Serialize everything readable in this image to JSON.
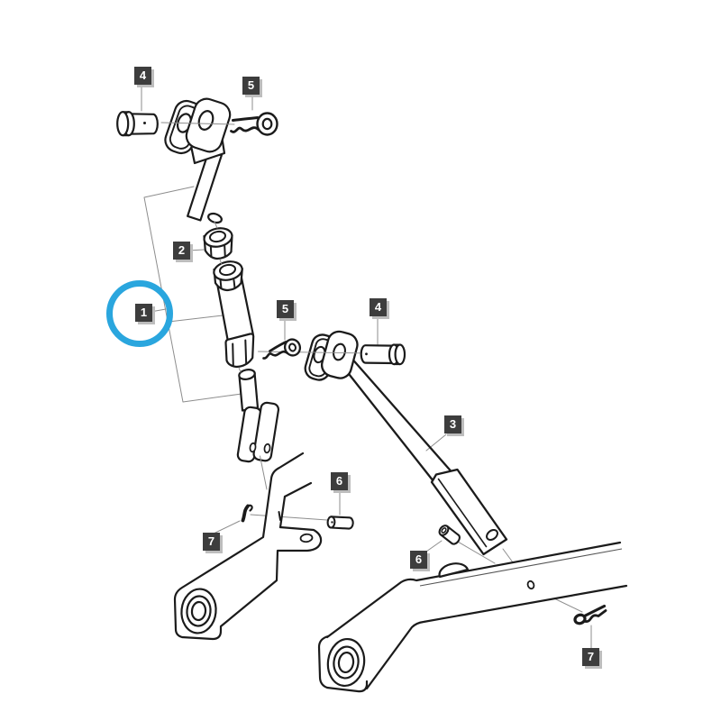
{
  "figure": {
    "type": "exploded-parts-diagram",
    "colors": {
      "background": "#ffffff",
      "line-color": "#1b1b1b",
      "leader-color": "#8d8d8d",
      "label-bg": "#3d3d3d",
      "label-fg": "#ffffff",
      "label-shadow": "#bdbdbd",
      "highlight-color": "#2aa6de"
    },
    "callouts": [
      {
        "id": "callout-4-top",
        "text": "4"
      },
      {
        "id": "callout-5-top",
        "text": "5"
      },
      {
        "id": "callout-2",
        "text": "2"
      },
      {
        "id": "callout-1",
        "text": "1",
        "highlighted": true
      },
      {
        "id": "callout-5-mid",
        "text": "5"
      },
      {
        "id": "callout-4-mid",
        "text": "4"
      },
      {
        "id": "callout-3",
        "text": "3"
      },
      {
        "id": "callout-6-left",
        "text": "6"
      },
      {
        "id": "callout-6-right",
        "text": "6"
      },
      {
        "id": "callout-7-left",
        "text": "7"
      },
      {
        "id": "callout-7-right",
        "text": "7"
      }
    ]
  }
}
